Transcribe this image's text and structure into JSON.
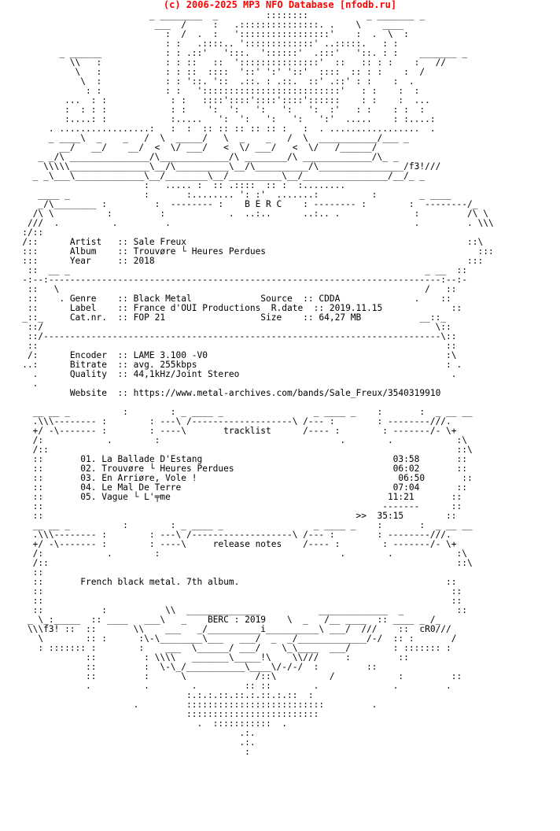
{
  "header": {
    "title": "(c) 2006-2025 MP3 NFO Database [nfodb.ru]"
  },
  "nfo": {
    "lines": [
      "                           _ ________  _         ::::::::           _ _______ _",
      "                            ___  /     :   .:::::::::::::::. .    \\    ____",
      "                              :  /  .  :   ':::::::::::::::::'    :  .  \\  :",
      "                              : :   .::::.. ':::::::::::::' ..:::::.   : :",
      "          _ ______            : : .::'   ':::.  '::::::'  .:::'   '::. : :    _______ _",
      "            \\\\   :            : : ::   ::  ':::::::::::::::'  ::   :: : :    :   //",
      "             \\   :            : : ::  ::::  '::' ':' '::'  ::::  :: : :    :  /",
      "              \\  :            : : '::. '::  .::. : .::.  ::' .::' : :    :  .",
      "               : :            : :   '::::::::::::::::::::::::::'   : :    :  :",
      "           ...  : :            : :   ::::'::::'::::'::::'::::::    : :    :  ...",
      "           :  : : :            : :    ':  ':   ':   ':   ':  :'   : :    : :  :",
      "           :....: :            :.....   ':  ':   ':   ':   ':'  .....    : :....:",
      "        . .................:   :  :  :: :: :: :: :: :   :  . .................  .",
      "        _ ____\\  _    _   /  \\  _____/   \\  _    _   /  \\  ___________/___ _",
      "          __/   __/    __/  <  \\/ ___/   <  \\/ ___/   <  \\/   /______/",
      "      _ _/\\ _______________/\\_____________/\\ ________/\\ _____________/\\_ _",
      "       \\\\\\\\\\_______________\\__/\\__________\\__/\\__________/\\________________/f3!///",
      "     _ _\\___\\_____________\\__/________\\__/__________\\__/________________/__/_ _",
      "                          :   ..... :  :: .::::  :: :  :........",
      "      ____ _              :       :........ ': :'  .......:          :        _ ____",
      "      _/\\________ :         :  -------- :    B E R C    : -------- :        :  --------/_",
      "     /\\ \\          :         :            .  ..:..      ..:.. .              :         /\\ \\",
      "    ///  .          .         .                                              .         . \\\\\\",
      "   :/::",
      "   /::      Artist   :: Sale Freux                                                     ::\\",
      "   :::      Album    :: Trouvøre └ Heures Perdues                                        :::",
      "   :::      Year     :: 2018                                                           :::",
      "    ::  __ _                                                                   _ __  ::",
      "   -:--:--------------------------------------------------------------------------:--:-",
      "    ::   \\                                                                     /   ::",
      "    ::    . Genre    :: Black Metal             Source  :: CDDA              .    ::",
      "    ::      Label    :: France d'OUI Productions  R.date  :: 2019.11.15             ::",
      "   _::_     Cat.nr.  :: FOP 21                  Size    :: 64,27 MB           __::_",
      "    ::/                                                                          \\::",
      "    ::/---------------------------------------------------------------------------\\::",
      "    ::                                                                             ::",
      "    /:      Encoder  :: LAME 3.100 -V0                                             :\\",
      "   ..:      Bitrate  :: avg. 255kbps                                               : .",
      "     .      Quality  :: 44,1kHz/Joint Stereo                                        .",
      "     .",
      "            Website  :: https://www.metal-archives.com/bands/Sale_Freux/3540319910",
      "",
      "     __ __ _          :        : _ ____ _                 _ ____ _    :       :  _ __ __",
      "     .\\\\\\-------- :        : ---\\ /-------------------\\ /--- :        : --------///.",
      "     +/ -\\------- :        : ----\\       tracklist      /---- :        : -------/- \\+",
      "     /:            .        :                                  .        .            :\\",
      "     /::                                                                             ::\\",
      "     ::       01. La Ballade D'Estang                                    03:58       ::",
      "     ::       02. Trouvøre └ Heures Perdues                              06:02       ::",
      "     ::       03. En Arriøre, Vole !                                      06:50       ::",
      "     ::       04. Le Mal De Terre                                        07:04       ::",
      "     ::       05. Vague └ L'╤me                                         11:21       ::",
      "     ::                                                                -------      ::",
      "     ::                                                           >>  35:15        ::",
      "     __ __ _          :        : _ ____ _                 _ ____ _    :       :  _ __ __",
      "     .\\\\\\-------- :        : ---\\ /-------------------\\ /--- :        : --------///.",
      "     +/ -\\------- :        : ----\\     release notes    /---- :        : -------/- \\+",
      "     /:            .        :                                  .        .            :\\",
      "     /::                                                                             ::\\",
      "     ::",
      "     ::       French black metal. 7th album.                                       ::",
      "     ::                                                                             ::",
      "     ::                                                                             ::",
      "     ::           :           \\\\  ______________           _____________  _          ::",
      "    _ \\_:_____  :: ____   ___\\   _    BERC : 2019    \\  _   /__ ____  :: ____ _ /_",
      "    \\\\\\f3! ::  ::       \\\\    ___   _/__________i__________\\ ___/  ///    ::  cR0///",
      "      \\        :: :      :\\-\\________\\___   ___/  _  _/_____________/-/  :: :       /",
      "      : ::::::: :        :    ___  \\______/ ___/    \\_\\____  ___/        : ::::::: :",
      "               ::         : \\\\\\\\   _______\\_____!\\    \\\\///     :         ::",
      "               ::         :  \\-\\_/___________\\____\\/-/-/  :         ::",
      "               ::         :      \\             /::\\          /            :         ::",
      "               .          .        .         :: ::        .              .         .",
      "                                  :.:.:.::.::.:.::.:.::  :",
      "                        .         ::::::::::::::::::::::::::         .",
      "                                  :::::::::::::::::::::::::",
      "                                    .  :::::::::::  .",
      "                                            .:.",
      "                                            .:.",
      "                                             :"
    ]
  }
}
